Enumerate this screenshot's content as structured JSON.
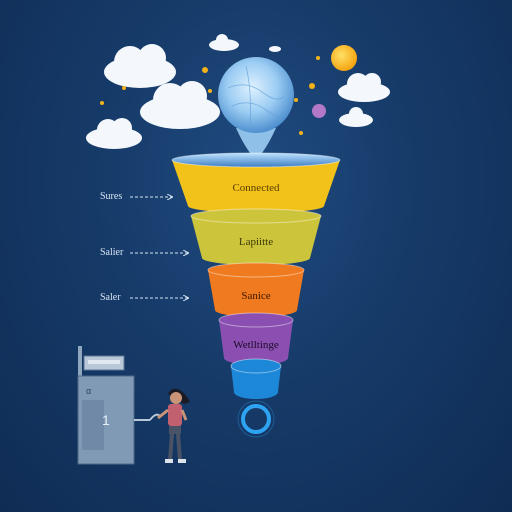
{
  "funnel": {
    "stages": [
      {
        "label": "Connected",
        "color": "#f2c21b",
        "text_color": "#5a3f00"
      },
      {
        "label": "Lapiitte",
        "color": "#ccc43a",
        "text_color": "#3c3a0a"
      },
      {
        "label": "Sanice",
        "color": "#f07a1f",
        "text_color": "#3e1a00"
      },
      {
        "label": "Wetlltinge",
        "color": "#8a4fb0",
        "text_color": "#1e0b2c"
      },
      {
        "label": "",
        "color": "#1e88d8",
        "text_color": "#ffffff"
      }
    ]
  },
  "side_labels": [
    "Sures",
    "Salier",
    "Saler"
  ],
  "machine": {
    "number": "1",
    "code": "α"
  },
  "colors": {
    "background": "#163a68",
    "cloud": "#f4f8fc",
    "sun": "#f8b41a",
    "bulb": "#8fc3ee",
    "ring": "#2ea3f2"
  },
  "icons": [
    "cloud-icon",
    "sun-icon",
    "lightbulb-icon",
    "person-icon",
    "machine-icon",
    "ring-icon"
  ]
}
